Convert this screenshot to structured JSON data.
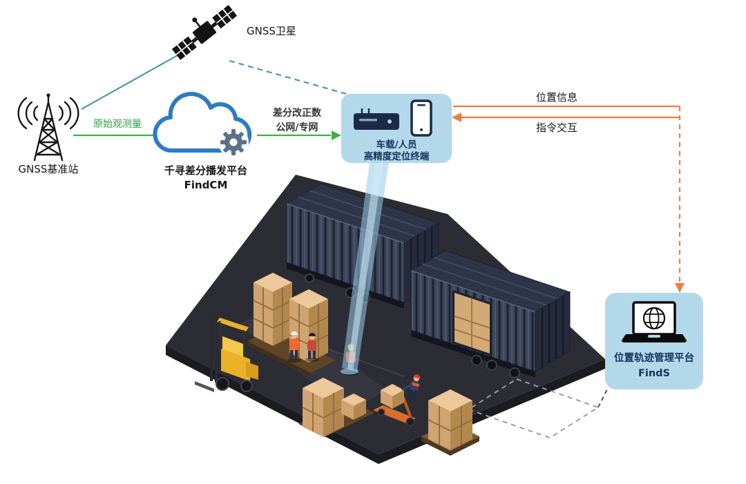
{
  "diagram": {
    "satellite": {
      "label": "GNSS卫星"
    },
    "base_station": {
      "label": "GNSS基准站"
    },
    "cloud_platform": {
      "title": "千寻差分播发平台",
      "product": "FindCM"
    },
    "flow_raw": {
      "label": "原始观测量"
    },
    "flow_correction": {
      "line1": "差分改正数",
      "line2": "公网/专网"
    },
    "terminal_card": {
      "line1": "车载/人员",
      "line2": "高精度定位终端"
    },
    "flow_position": {
      "label": "位置信息"
    },
    "flow_command": {
      "label": "指令交互"
    },
    "finds_card": {
      "title": "位置轨迹管理平台",
      "product": "FindS"
    }
  },
  "colors": {
    "card_blue": "#b3d8ea",
    "label_navy": "#17335f",
    "arrow_green": "#3fae49",
    "arrow_orange": "#ee7d3a",
    "line_teal": "#4e97a8",
    "cloud_blue": "#2d7cc1"
  }
}
